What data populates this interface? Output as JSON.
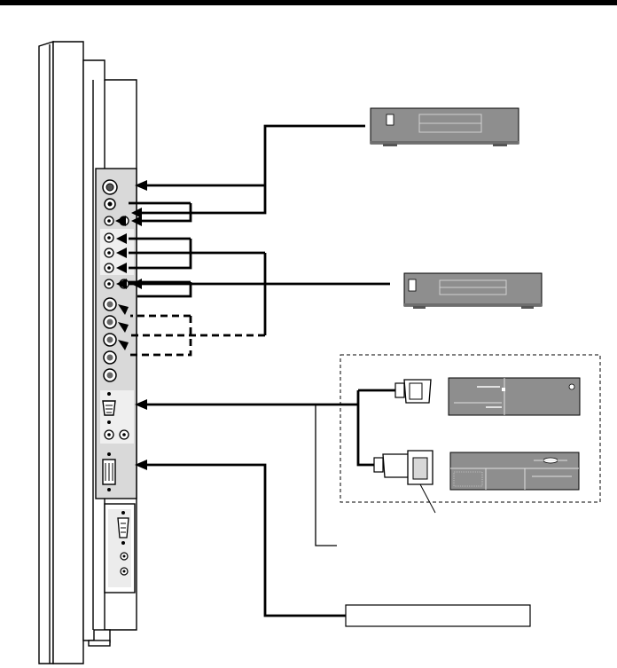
{
  "figure": {
    "kind": "connection-diagram",
    "texts": []
  },
  "components": {
    "display_panel": "display-rear-panel",
    "input_terminals": [
      "video-bnc",
      "s-video",
      "audio-l",
      "audio-r",
      "component-y",
      "component-pb",
      "component-pr",
      "audio-l-2",
      "audio-r-2",
      "rgb-r-bnc",
      "rgb-g-bnc",
      "rgb-b-bnc",
      "rgb-h-bnc",
      "rgb-v-bnc",
      "mini-d-sub-15",
      "pc-audio-l",
      "pc-audio-r",
      "dvi-input",
      "rs232c-port"
    ],
    "devices": [
      "vcr",
      "dvd-player",
      "ibm-pc-compatible",
      "macintosh",
      "dvi-pc"
    ],
    "optional_items": [
      "mac-adapter"
    ]
  },
  "colors": {
    "line": "#000000",
    "device_fill": "#8e8e8e",
    "device_dark": "#6e6e6e",
    "panel_fill": "#e4e4e4",
    "header_bar": "#000000"
  }
}
